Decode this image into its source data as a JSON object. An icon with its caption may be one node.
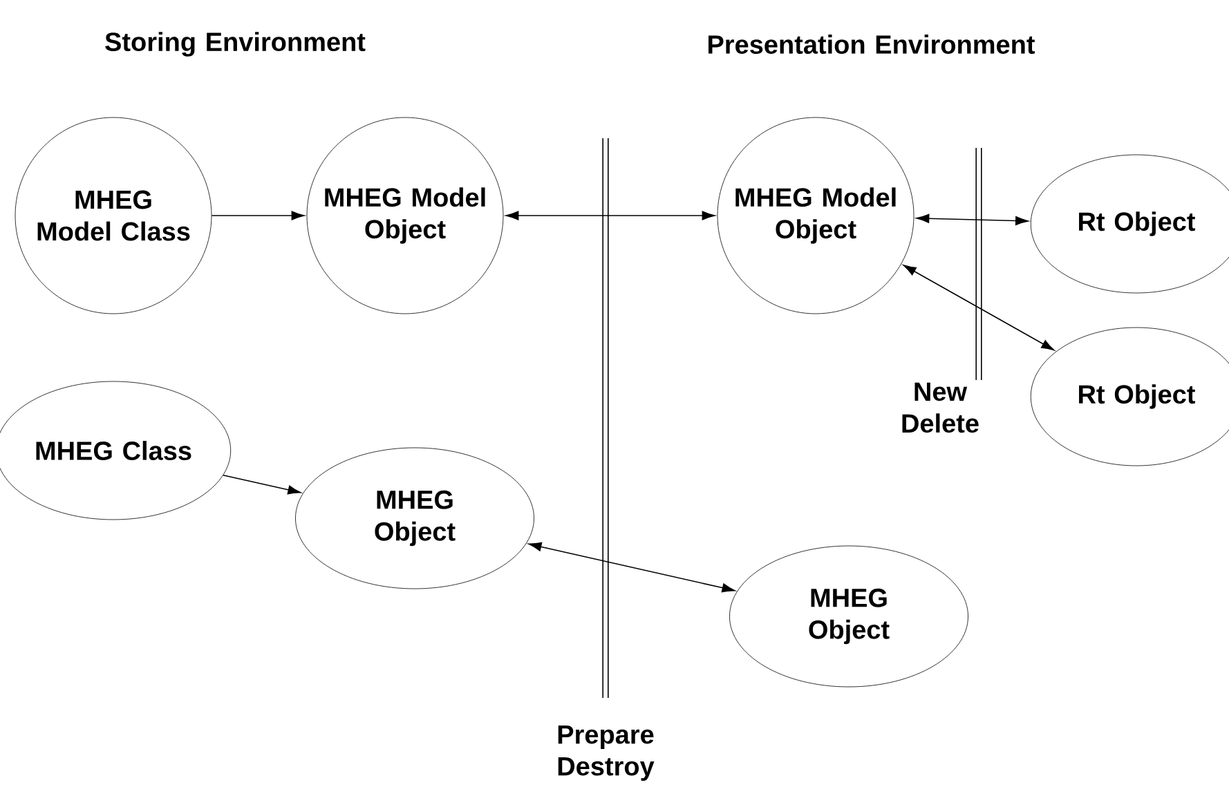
{
  "diagram": {
    "nodes": [
      {
        "text": [
          "MHEG Model Class"
        ]
      },
      {
        "text": [
          "MHEG Model Object"
        ]
      },
      {
        "text": [
          "MHEG Model Object"
        ]
      },
      {
        "text": [
          "Rt Object"
        ]
      },
      {
        "text": [
          "Rt Object"
        ]
      },
      {
        "text": [
          "MHEG Class"
        ]
      },
      {
        "text": [
          "MHEG Object"
        ]
      },
      {
        "text": [
          "MHEG Object"
        ]
      }
    ],
    "edges": [
      {
        "from": 0,
        "to": 1,
        "arrow": "to"
      },
      {
        "from": 1,
        "to": 2,
        "arrow": "both"
      },
      {
        "from": 2,
        "to": 3,
        "arrow": "both"
      },
      {
        "from": 2,
        "to": 4,
        "arrow": "both"
      },
      {
        "from": 5,
        "to": 6,
        "arrow": "to"
      },
      {
        "from": 6,
        "to": 7,
        "arrow": "both"
      }
    ],
    "labels": [
      "Storing Environment",
      "Presentation Environment",
      "New Delete",
      "Prepare Destroy"
    ]
  }
}
